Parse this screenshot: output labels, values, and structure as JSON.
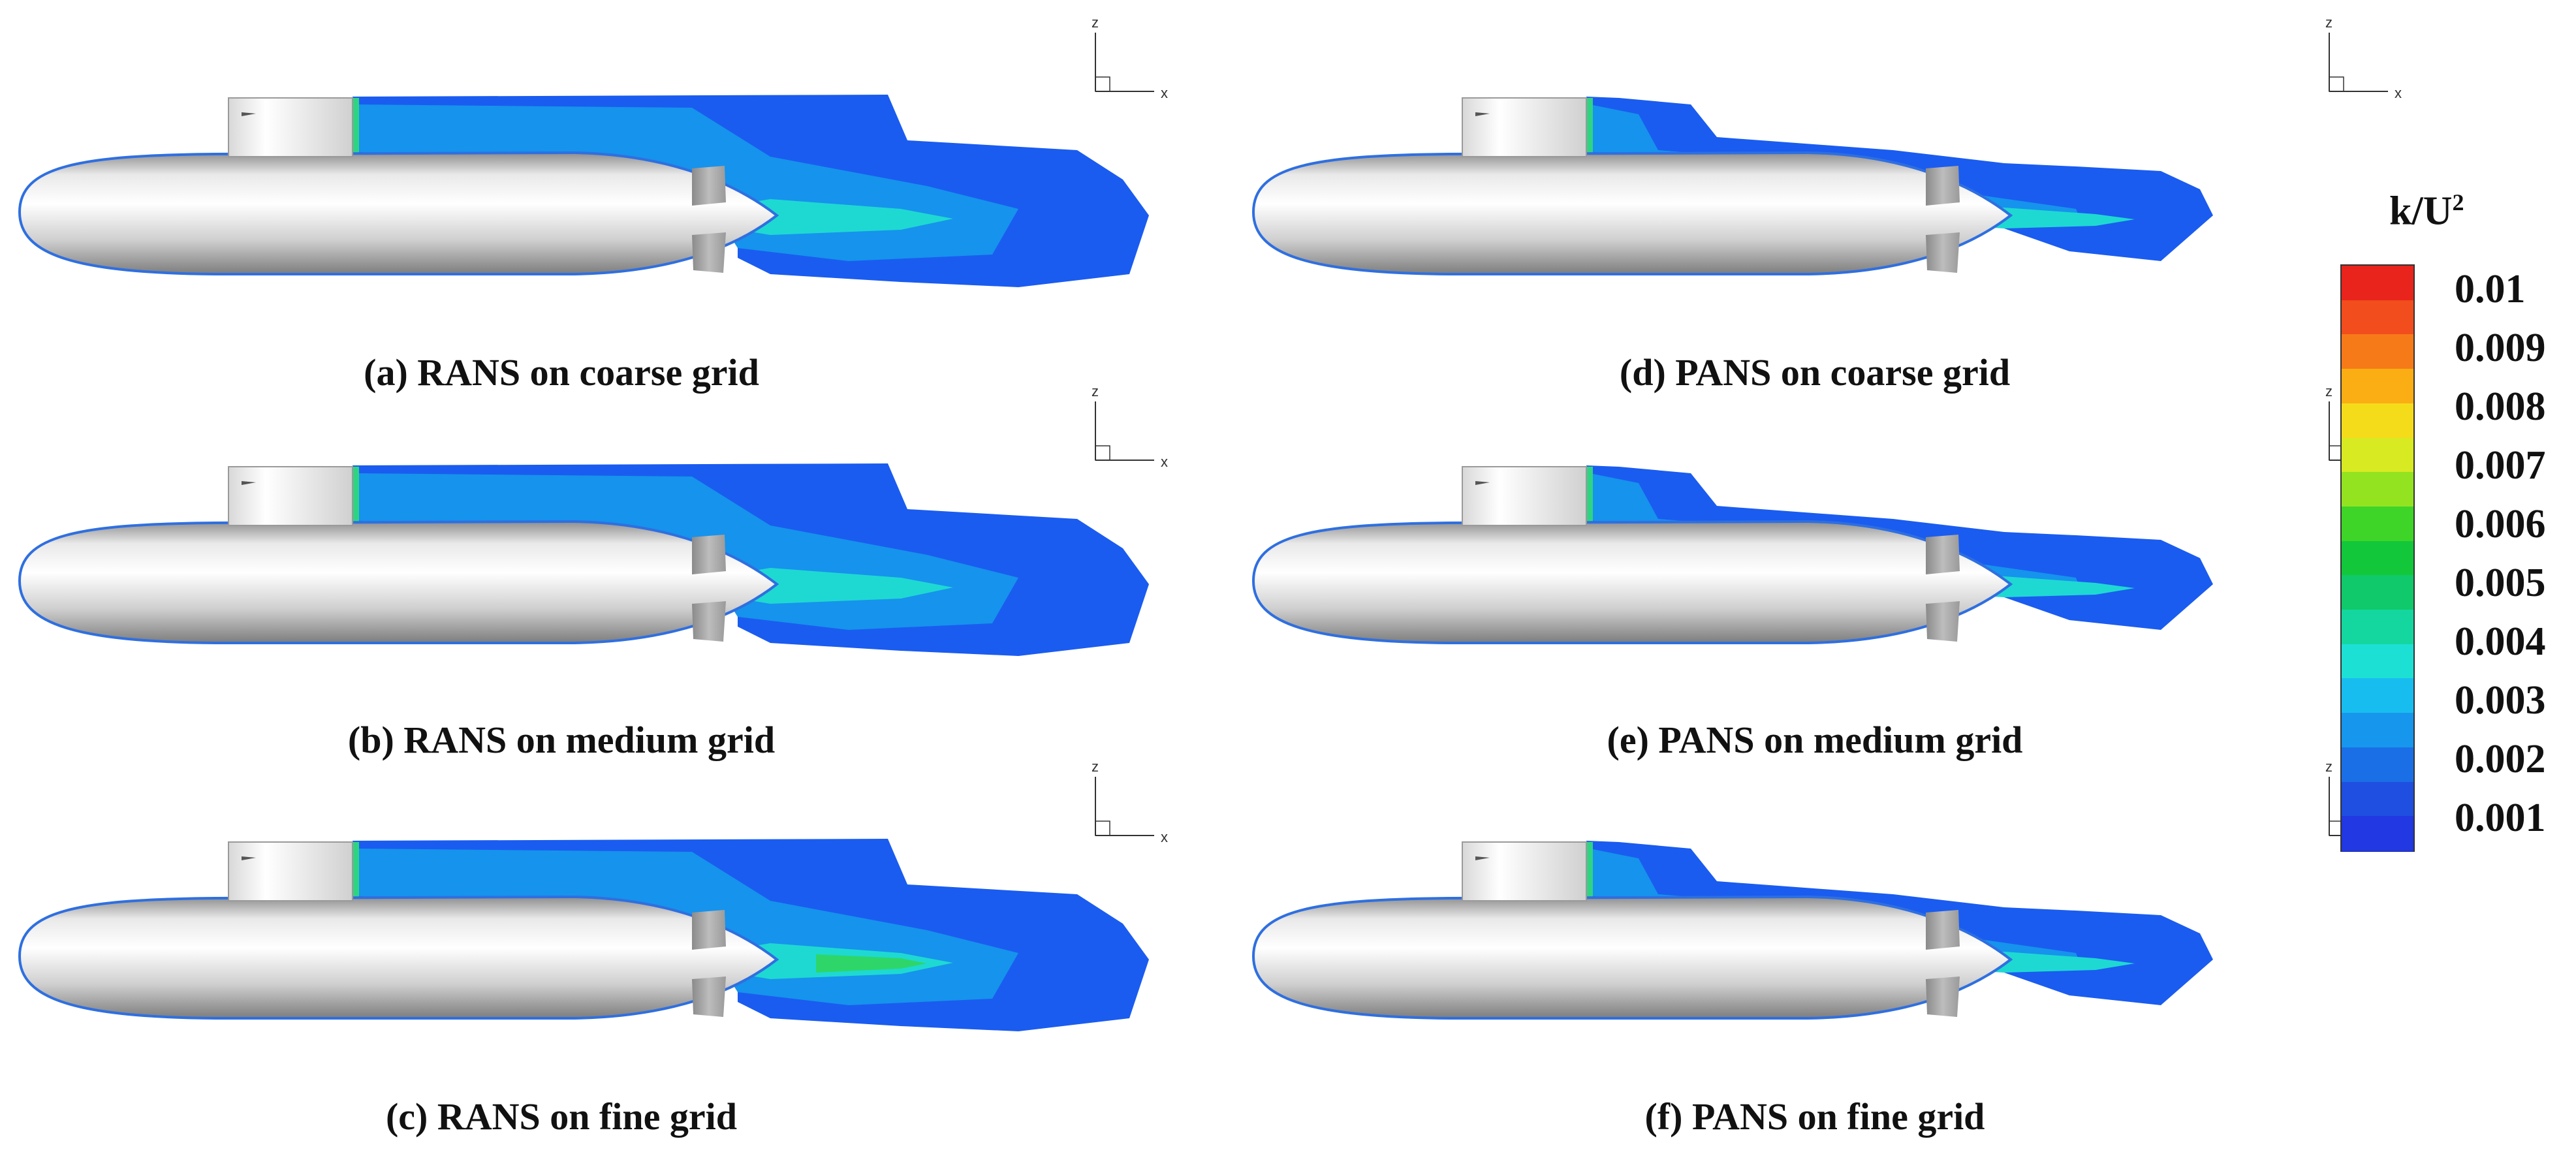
{
  "panels": [
    {
      "id": "a",
      "caption": "(a) RANS on coarse grid",
      "method": "RANS",
      "grid": "coarse"
    },
    {
      "id": "b",
      "caption": "(b) RANS on medium grid",
      "method": "RANS",
      "grid": "medium"
    },
    {
      "id": "c",
      "caption": "(c) RANS on fine grid",
      "method": "RANS",
      "grid": "fine"
    },
    {
      "id": "d",
      "caption": "(d) PANS on coarse grid",
      "method": "PANS",
      "grid": "coarse"
    },
    {
      "id": "e",
      "caption": "(e) PANS on medium grid",
      "method": "PANS",
      "grid": "medium"
    },
    {
      "id": "f",
      "caption": "(f) PANS on fine grid",
      "method": "PANS",
      "grid": "fine"
    }
  ],
  "axes_triad": {
    "vertical": "z",
    "horizontal": "x"
  },
  "colorbar": {
    "title": "k/U",
    "title_superscript": "2",
    "ticks": [
      "0.01",
      "0.009",
      "0.008",
      "0.007",
      "0.006",
      "0.005",
      "0.004",
      "0.003",
      "0.002",
      "0.001"
    ],
    "colors": [
      "#e8241c",
      "#f24d1c",
      "#f77a18",
      "#fbae14",
      "#f5dc1a",
      "#d8ea22",
      "#93e321",
      "#3fd528",
      "#12c83a",
      "#10c96a",
      "#14d7a0",
      "#1de0d4",
      "#18bdf0",
      "#1696ec",
      "#1a6fe6",
      "#1f4fe0",
      "#2238e2"
    ]
  },
  "colors": {
    "hull_light": "#ffffff",
    "hull_dark": "#9a9a9a",
    "fin": "#a8a8a8",
    "wake_base": "#1a5cf0",
    "wake_mid": "#1693ec",
    "wake_high": "#1ed9d2",
    "wake_peak": "#2ed66a"
  }
}
